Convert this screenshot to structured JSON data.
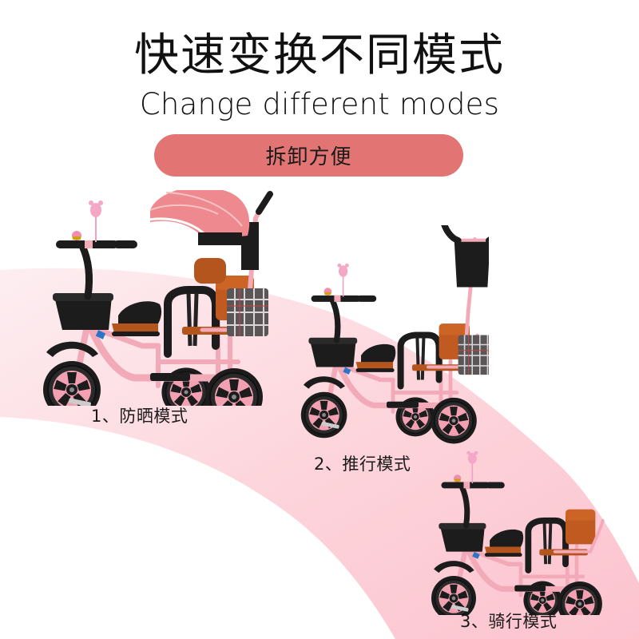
{
  "header": {
    "title_cn": "快速变换不同模式",
    "title_en": "Change different modes",
    "pill_label": "拆卸方便",
    "pill_color": "#e27573"
  },
  "background": {
    "arc_color_light": "#fde6ea",
    "arc_color_dark": "#fcc8d2"
  },
  "modes": [
    {
      "label": "1、防晒模式",
      "variant": "canopy"
    },
    {
      "label": "2、推行模式",
      "variant": "push"
    },
    {
      "label": "3、骑行模式",
      "variant": "ride"
    }
  ],
  "colors": {
    "frame": "#f2a9b8",
    "frame_dark": "#e48ea1",
    "black": "#1c1c1c",
    "seat": "#b5551e",
    "canopy": "#ee8a8f",
    "plaid": "#5a5556"
  }
}
